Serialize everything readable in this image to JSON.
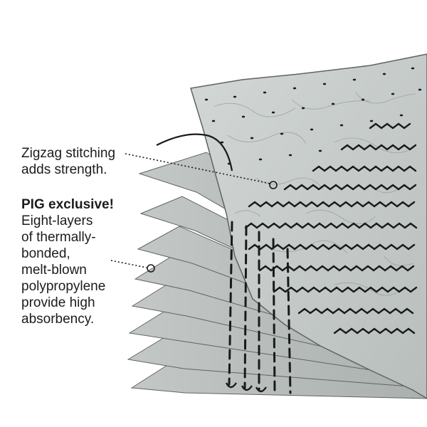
{
  "callouts": {
    "stitching": {
      "line1": "Zigzag stitching",
      "line2": "adds strength."
    },
    "layers": {
      "headline": "PIG exclusive!",
      "line1": "Eight-layers",
      "line2": "of thermally-",
      "line3": "bonded,",
      "line4": "melt-blown",
      "line5": "polypropylene",
      "line6": "provide high",
      "line7": "absorbency."
    }
  },
  "colors": {
    "mat_fill": "#c9cecd",
    "mat_fill_dark": "#aeb4b2",
    "mat_edge": "#5f6462",
    "stitch": "#1a1a1a",
    "fiber": "#8d9391",
    "text": "#1c1c1c",
    "background": "#ffffff"
  }
}
